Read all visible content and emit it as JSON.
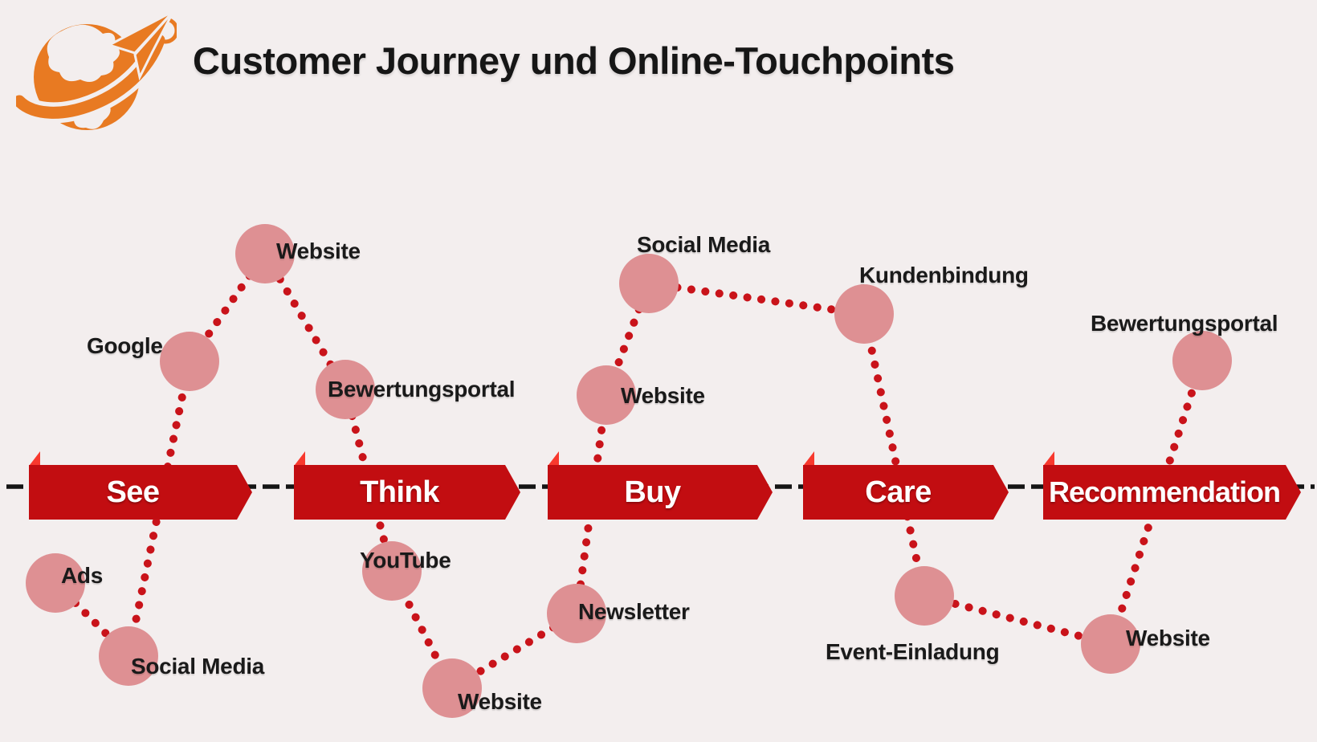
{
  "header": {
    "title": "Customer Journey und Online-Touchpoints",
    "logo": "globe-airplane-logo"
  },
  "stages": [
    {
      "label": "See"
    },
    {
      "label": "Think"
    },
    {
      "label": "Buy"
    },
    {
      "label": "Care"
    },
    {
      "label": "Recommendation"
    }
  ],
  "touchpoints": [
    {
      "stage": "See",
      "label": "Ads"
    },
    {
      "stage": "See",
      "label": "Social Media"
    },
    {
      "stage": "See",
      "label": "Google"
    },
    {
      "stage": "See",
      "label": "Website"
    },
    {
      "stage": "Think",
      "label": "Bewertungsportal"
    },
    {
      "stage": "Think",
      "label": "YouTube"
    },
    {
      "stage": "Think",
      "label": "Website"
    },
    {
      "stage": "Buy",
      "label": "Newsletter"
    },
    {
      "stage": "Buy",
      "label": "Website"
    },
    {
      "stage": "Buy",
      "label": "Social Media"
    },
    {
      "stage": "Care",
      "label": "Kundenbindung"
    },
    {
      "stage": "Care",
      "label": "Event-Einladung"
    },
    {
      "stage": "Recommendation",
      "label": "Website"
    },
    {
      "stage": "Recommendation",
      "label": "Bewertungsportal"
    }
  ],
  "journey_path": [
    0,
    1,
    2,
    3,
    4,
    5,
    6,
    7,
    8,
    9,
    10,
    11,
    12,
    13
  ],
  "colors": {
    "background": "#f3eeee",
    "banner_red": "#c20d11",
    "fold_red": "#f8392e",
    "circle_pink": "#de9093",
    "dot_red": "#c9131a",
    "dash_black": "#141414",
    "logo_orange": "#e87a22",
    "title_black": "#161616",
    "label_black": "#1a1a1a"
  }
}
